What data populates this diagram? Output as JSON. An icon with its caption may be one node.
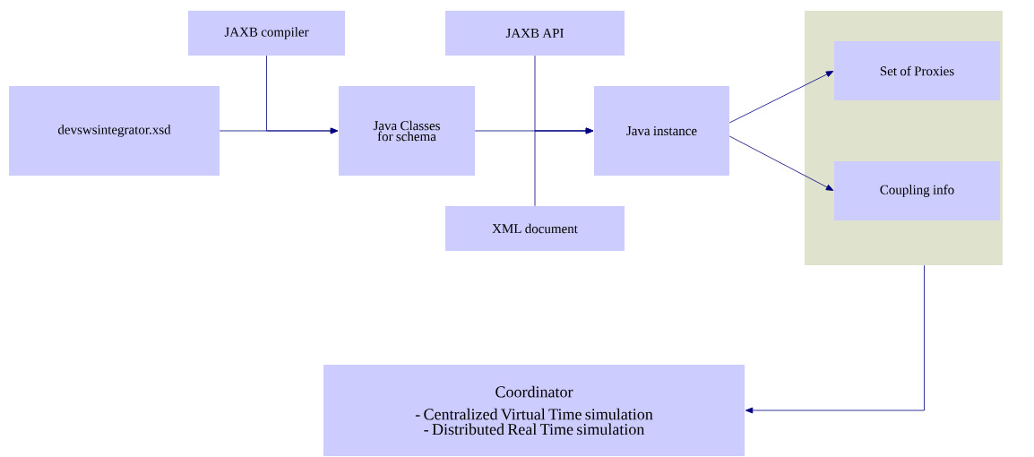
{
  "diagram": {
    "nodes": [
      {
        "text": [
          "devswsintegrator.xsd"
        ]
      },
      {
        "text": [
          "JAXB compiler"
        ]
      },
      {
        "text": [
          "Java Classes for schema"
        ]
      },
      {
        "text": [
          "JAXB API"
        ]
      },
      {
        "text": [
          "Java instance"
        ]
      },
      {
        "text": [
          "XML document"
        ]
      },
      {
        "text": [],
        "shape": "box"
      },
      {
        "text": [
          "Set of Proxies"
        ],
        "in": 6
      },
      {
        "text": [
          "Coupling info"
        ],
        "in": 6
      },
      {
        "text": [
          "Coordinator",
          "- Centralized Virtual Time simulation",
          "- Distributed Real Time simulation"
        ]
      }
    ],
    "edges": [
      {
        "from": 0,
        "to": 2,
        "arrow": "to"
      },
      {
        "from": 1,
        "to": 2,
        "arrow": "to"
      },
      {
        "from": 2,
        "to": 4,
        "arrow": "to"
      },
      {
        "from": 3,
        "to": 4,
        "arrow": "to"
      },
      {
        "from": 5,
        "to": 4,
        "arrow": "to"
      },
      {
        "from": 4,
        "to": 7,
        "arrow": "to"
      },
      {
        "from": 4,
        "to": 8,
        "arrow": "to"
      },
      {
        "from": 6,
        "to": 9,
        "arrow": "to"
      }
    ]
  }
}
